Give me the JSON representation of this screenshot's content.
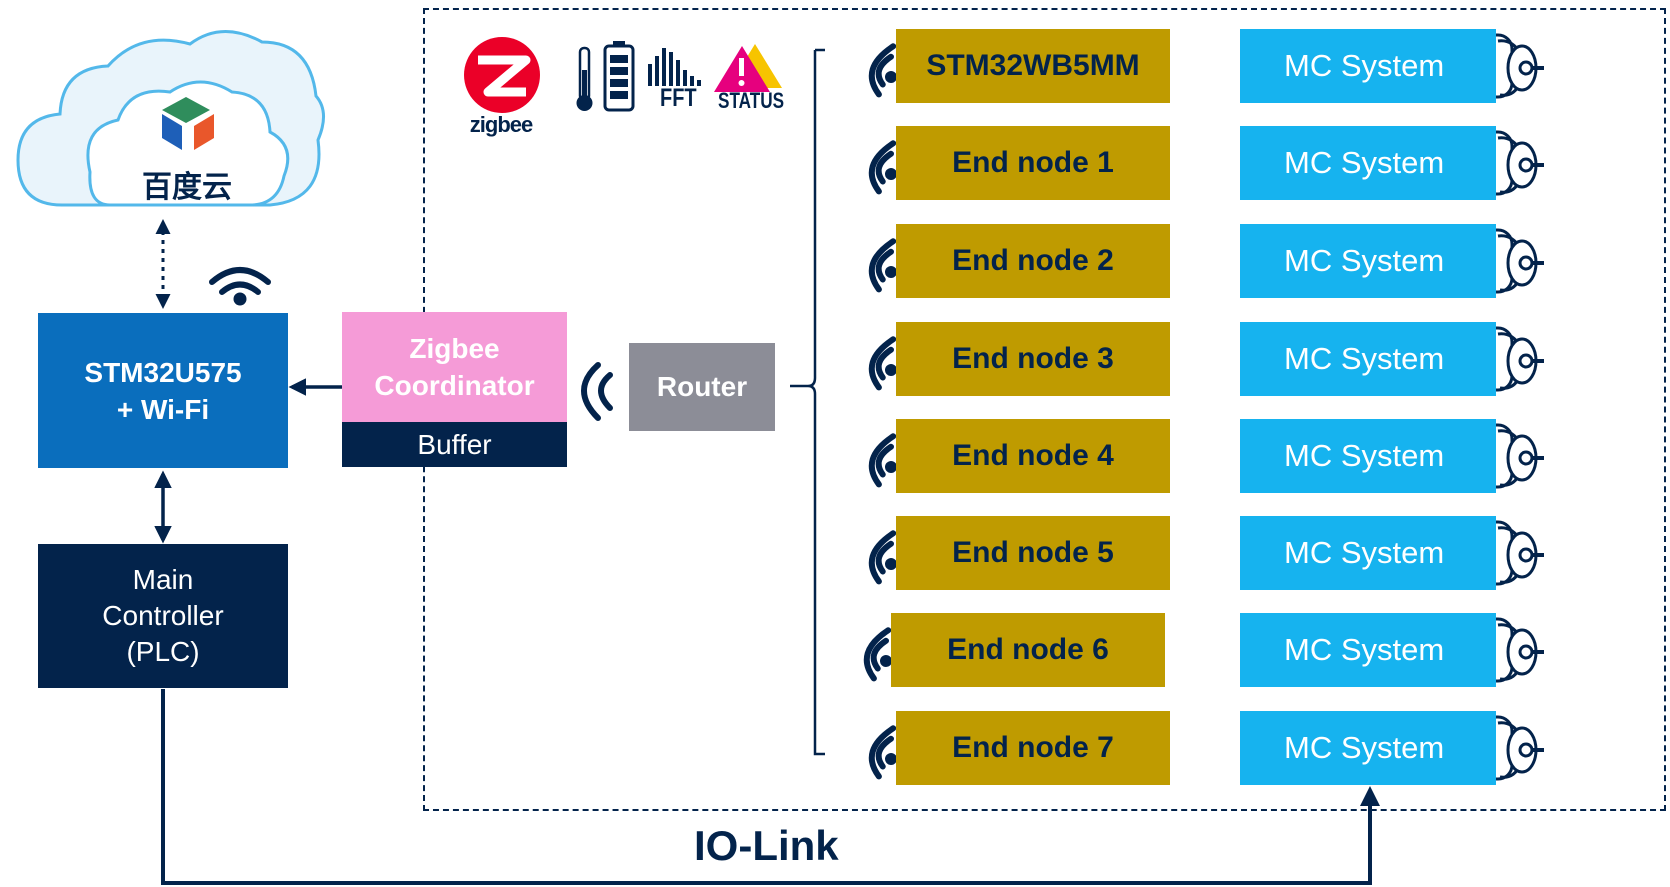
{
  "cloud": {
    "label": "百度云",
    "icon": "baidu-cloud-logo"
  },
  "zigbee_logo": {
    "text": "zigbee",
    "color": "#eb0028"
  },
  "telemetry": {
    "fft_label": "FFT",
    "status_label": "STATUS"
  },
  "controller": {
    "line1": "STM32U575",
    "line2": "+ Wi-Fi"
  },
  "plc": {
    "line1": "Main",
    "line2": "Controller",
    "line3": "(PLC)"
  },
  "coordinator": {
    "line1": "Zigbee",
    "line2": "Coordinator",
    "buffer": "Buffer"
  },
  "router": {
    "label": "Router"
  },
  "nodes": [
    "STM32WB5MM",
    "End node 1",
    "End node 2",
    "End node 3",
    "End node 4",
    "End node 5",
    "End node 6",
    "End node 7"
  ],
  "mc_systems": [
    "MC System",
    "MC System",
    "MC System",
    "MC System",
    "MC System",
    "MC System",
    "MC System",
    "MC System"
  ],
  "io_link": "IO-Link",
  "colors": {
    "navy": "#03234b",
    "blue": "#0a6ebd",
    "pink": "#f59bd7",
    "gray": "#8c8d97",
    "gold": "#bf9b00",
    "cyan": "#16b3ef"
  }
}
